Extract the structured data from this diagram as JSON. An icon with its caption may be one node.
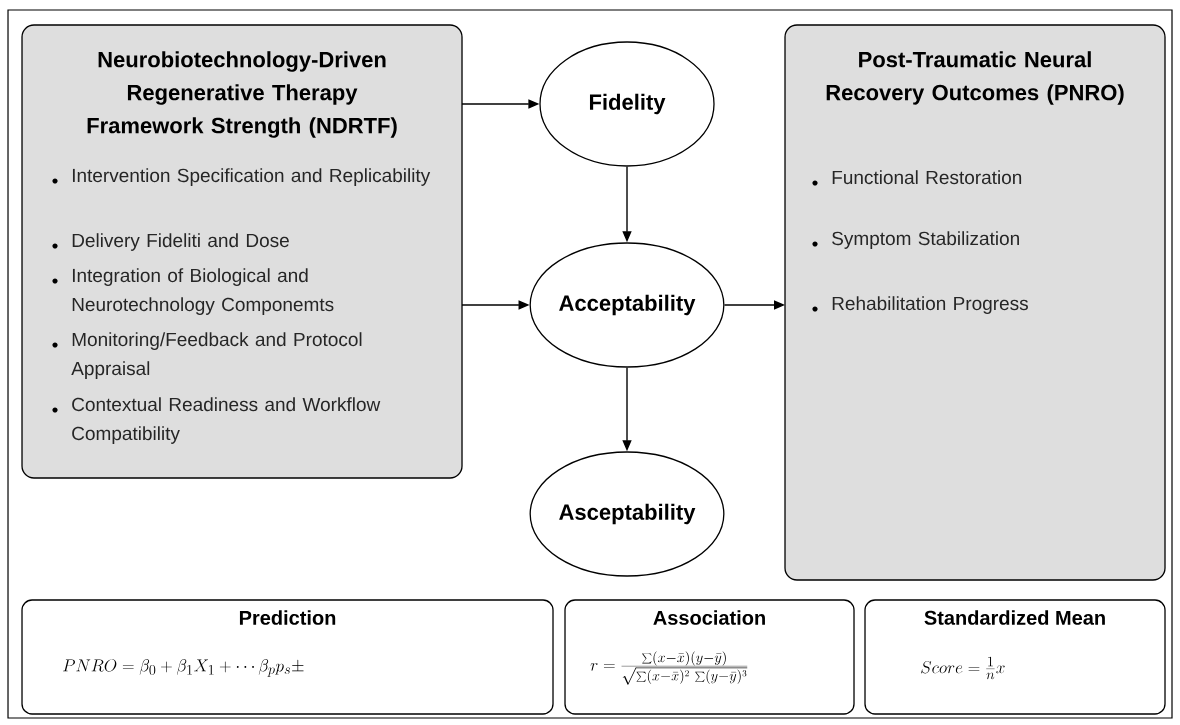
{
  "diagram": {
    "nodes": [
      {
        "text": [
          "Neurobiotechnology-Driven Regenerative Therapy Framework Strength (NDRTF)",
          "Intervention Specification and Replicability",
          "Delivery Fideliti and Dose",
          "Integration of Biological and Neurotechnology Componemts",
          "Monitoring/Feedback and Protocol Appraisal",
          "Contextual Readiness and Workflow Compatibility"
        ]
      },
      {
        "text": [
          "Fidelity"
        ]
      },
      {
        "text": [
          "Acceptability"
        ]
      },
      {
        "text": [
          "Asceptability"
        ]
      },
      {
        "text": [
          "Post-Traumatic Neural Recovery Outcomes (PNRO)",
          "Functional Restoration",
          "Symptom Stabilization",
          "Rehabilitation Progress"
        ]
      },
      {
        "text": [
          "Prediction",
          "PNRO = \\beta_0 + \\beta_1 X_1 + \\cdots \\beta_p p_s \\pm"
        ]
      },
      {
        "text": [
          "Association",
          "r = \\frac{\\sum(x-\\bar{x})(y-\\bar{y})}{\\sqrt{\\sum(x-\\bar{x})^2\\,\\sum(y-\\bar{y})^3}}"
        ]
      },
      {
        "text": [
          "Standardized Mean",
          "Score = \\frac{1}{n}x"
        ]
      }
    ],
    "edges": [
      {
        "from": 0,
        "to": 1,
        "arrow": "to"
      },
      {
        "from": 0,
        "to": 2,
        "arrow": "to"
      },
      {
        "from": 1,
        "to": 2,
        "arrow": "to"
      },
      {
        "from": 2,
        "to": 3,
        "arrow": "to"
      },
      {
        "from": 2,
        "to": 4,
        "arrow": "to"
      }
    ]
  }
}
